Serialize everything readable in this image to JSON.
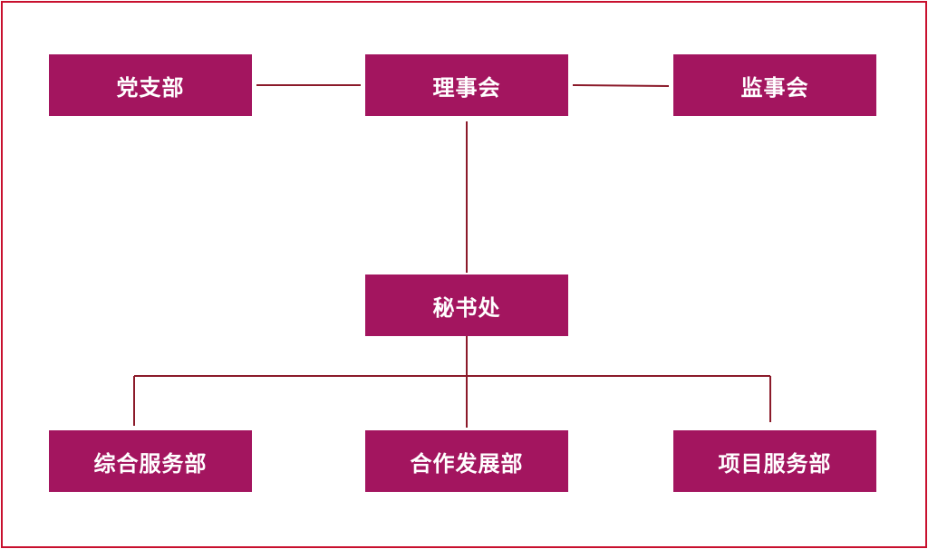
{
  "colors": {
    "node_fill": "#a3155f",
    "connector": "#8b1a2a",
    "frame": "#c8102e"
  },
  "nodes": {
    "party_branch": "党支部",
    "council": "理事会",
    "supervisory_board": "监事会",
    "secretariat": "秘书处",
    "general_services": "综合服务部",
    "cooperation_development": "合作发展部",
    "project_services": "项目服务部"
  }
}
